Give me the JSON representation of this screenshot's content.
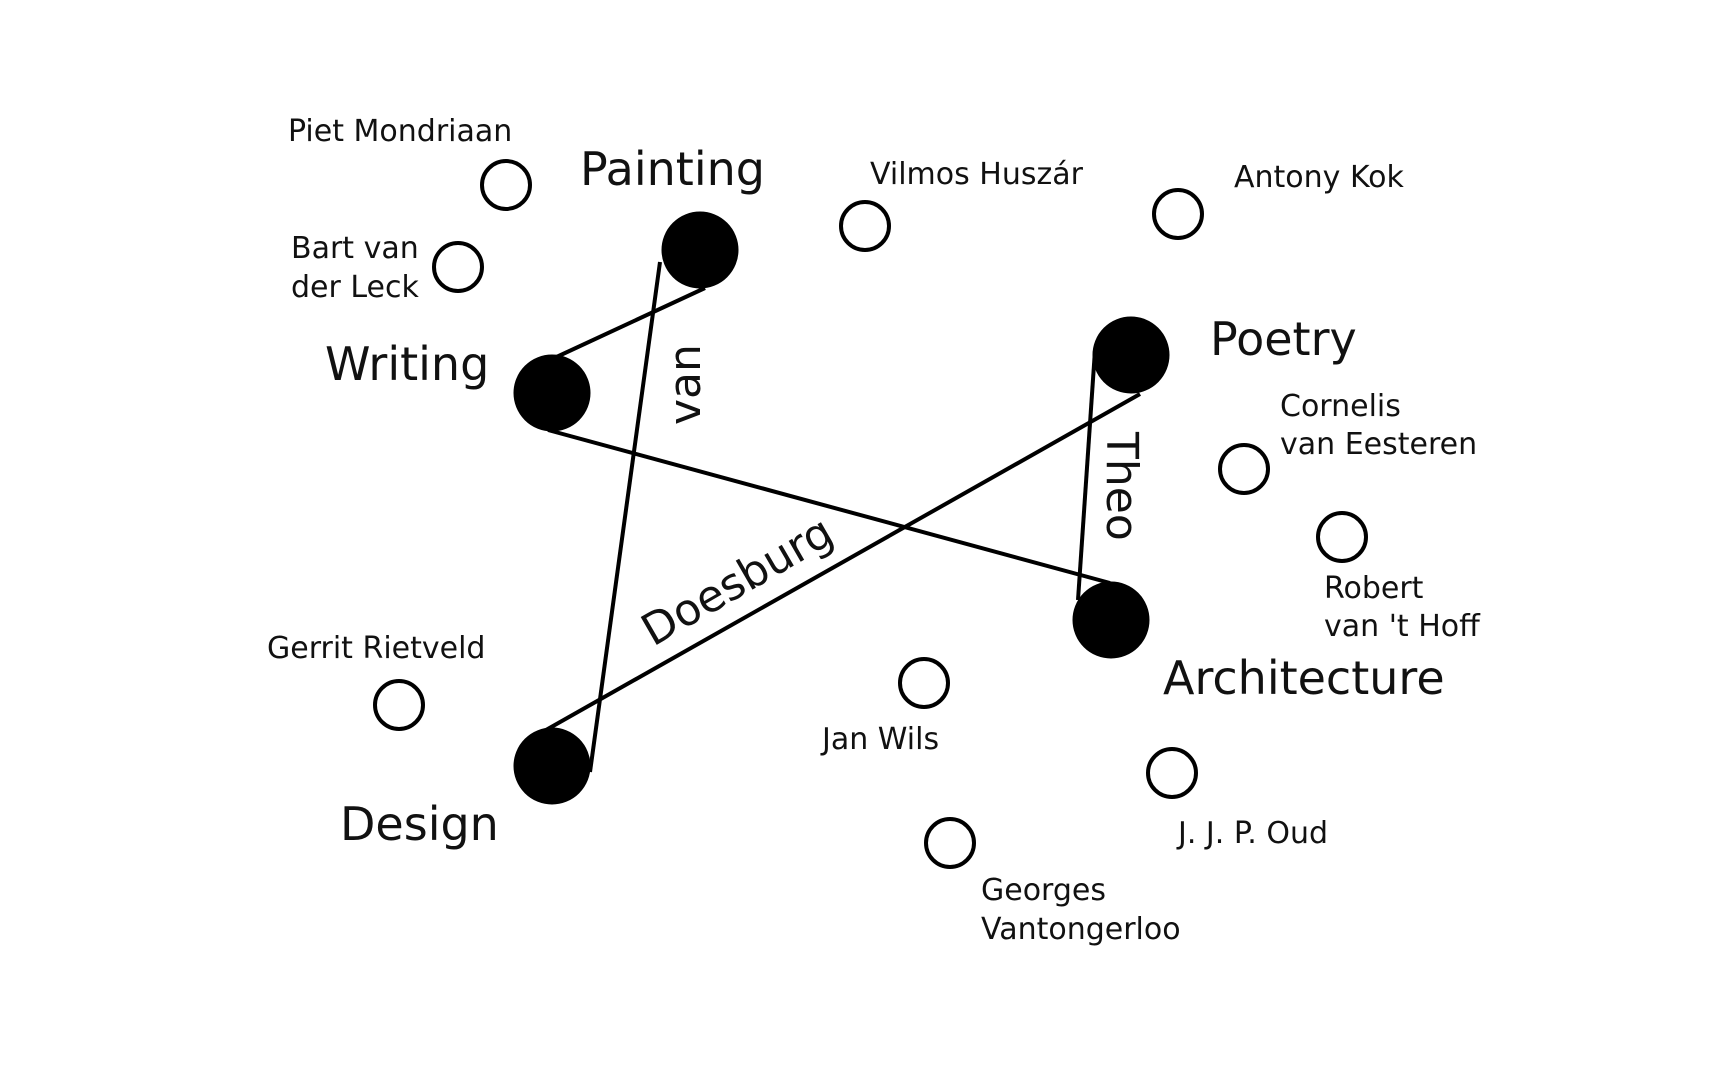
{
  "disciplines": {
    "painting": "Painting",
    "writing": "Writing",
    "poetry": "Poetry",
    "architecture": "Architecture",
    "design": "Design"
  },
  "name_parts": {
    "van": "van",
    "theo": "Theo",
    "doesburg": "Doesburg"
  },
  "members": {
    "piet_mondriaan": [
      "Piet Mondriaan"
    ],
    "bart_van_der_leck": [
      "Bart van",
      "der Leck"
    ],
    "vilmos_huszar": [
      "Vilmos Huszár"
    ],
    "antony_kok": [
      "Antony Kok"
    ],
    "cornelis_van_eesteren": [
      "Cornelis",
      "van Eesteren"
    ],
    "robert_van_t_hoff": [
      "Robert",
      "van 't Hoff"
    ],
    "gerrit_rietveld": [
      "Gerrit Rietveld"
    ],
    "jan_wils": [
      "Jan Wils"
    ],
    "jjp_oud": [
      "J. J. P. Oud"
    ],
    "georges_vantongerloo": [
      "Georges",
      "Vantongerloo"
    ]
  },
  "colors": {
    "ink": "#000000",
    "background": "#ffffff"
  }
}
